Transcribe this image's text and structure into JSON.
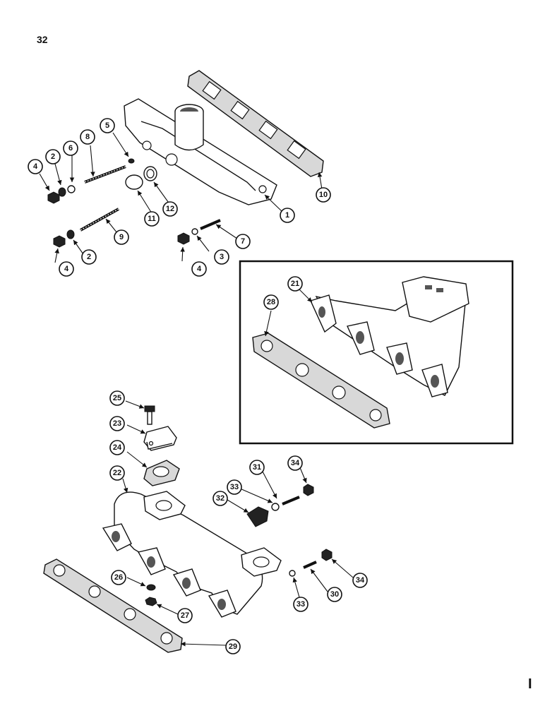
{
  "page": {
    "number": "32",
    "corner_mark": "I"
  },
  "callouts": [
    "1",
    "2",
    "3",
    "4",
    "5",
    "6",
    "7",
    "8",
    "9",
    "10",
    "11",
    "12",
    "21",
    "22",
    "23",
    "24",
    "25",
    "26",
    "27",
    "28",
    "29",
    "30",
    "31",
    "32",
    "33",
    "34"
  ]
}
